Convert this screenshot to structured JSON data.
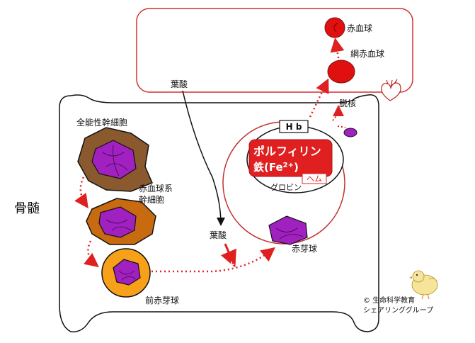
{
  "labels": {
    "bone_marrow": "骨髄",
    "pluripotent_stem_cell": "全能性幹細胞",
    "erythroid_stem_cell_line1": "赤血球系",
    "erythroid_stem_cell_line2": "幹細胞",
    "proerythroblast": "前赤芽球",
    "erythroblast": "赤芽球",
    "folic_acid_top": "葉酸",
    "folic_acid_mid": "葉酸",
    "enucleation": "脱核",
    "reticulocyte": "網赤血球",
    "red_blood_cell": "赤血球",
    "hb": "H b",
    "porphyrin": "ポルフィリン",
    "iron_prefix": "鉄(Fe",
    "iron_charge": "2+",
    "iron_suffix": ")",
    "heme": "ヘム",
    "globin": "グロビン"
  },
  "credit": {
    "line1": "© 生命科学教育",
    "line2": "シェアリンググループ"
  },
  "colors": {
    "red": "#e02020",
    "purple": "#a020c0",
    "brown_dark": "#8a5a2e",
    "brown_orange": "#c86a10",
    "orange": "#f7a11a",
    "black": "#111111"
  }
}
